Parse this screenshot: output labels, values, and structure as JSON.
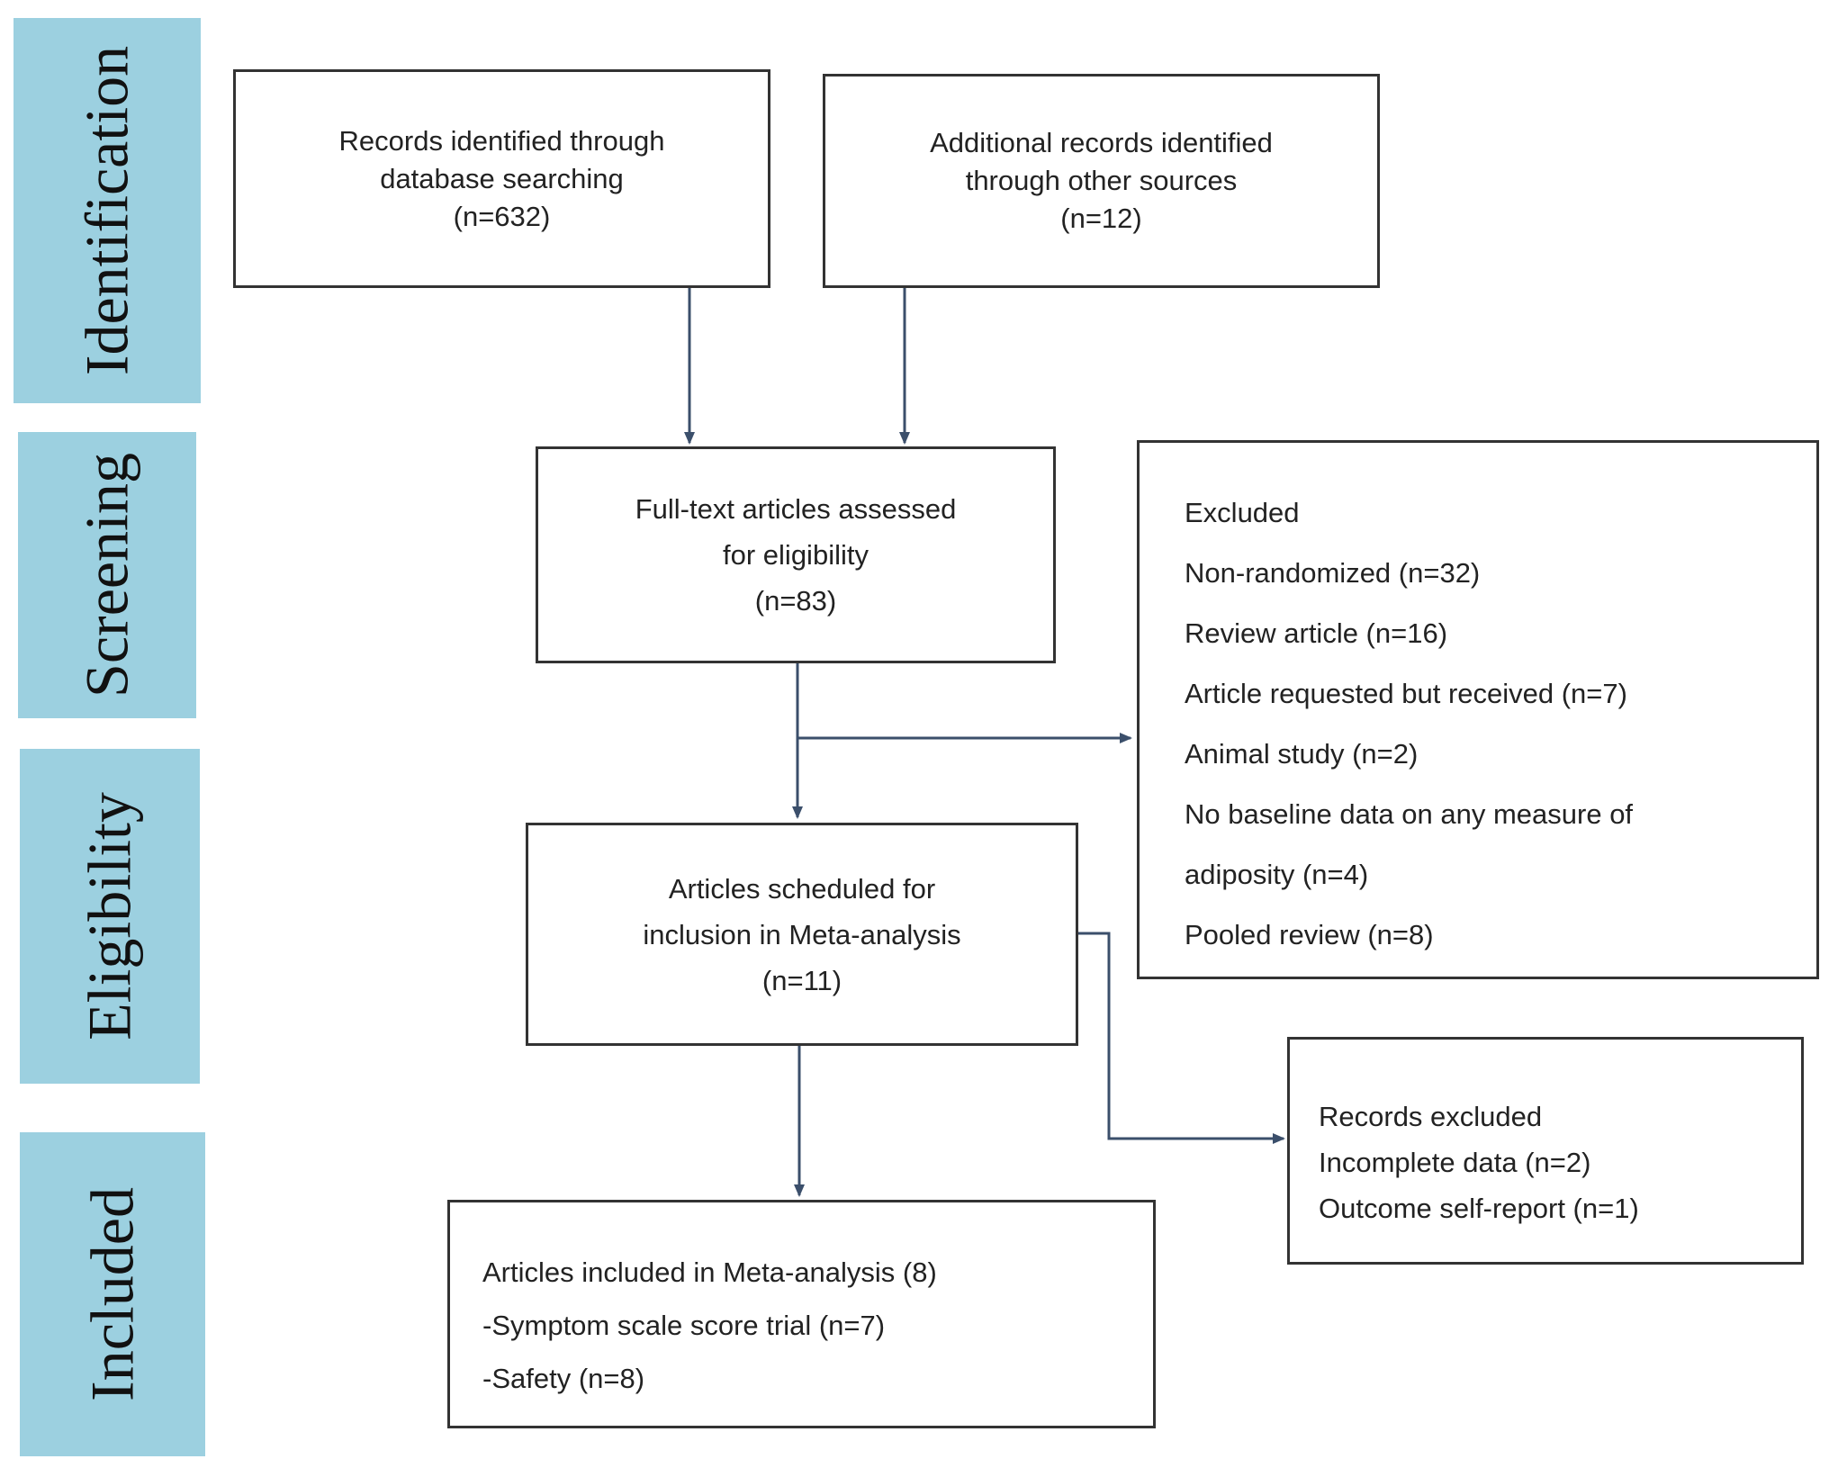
{
  "phases": {
    "identification": "Identification",
    "screening": "Screening",
    "eligibility": "Eligibility",
    "included": "Included"
  },
  "boxes": {
    "db_search": {
      "lines": [
        "Records identified through",
        "database searching",
        "(n=632)"
      ]
    },
    "other_sources": {
      "lines": [
        "Additional records identified",
        "through other sources",
        "(n=12)"
      ]
    },
    "full_text": {
      "lines": [
        "Full-text articles assessed",
        "for eligibility",
        "(n=83)"
      ]
    },
    "excluded": {
      "lines": [
        "Excluded",
        "Non-randomized (n=32)",
        "Review article (n=16)",
        "Article requested but received (n=7)",
        "Animal study (n=2)",
        "No baseline data on any measure of",
        "adiposity (n=4)",
        "Pooled review (n=8)"
      ]
    },
    "scheduled": {
      "lines": [
        "Articles scheduled for",
        "inclusion in Meta-analysis",
        "(n=11)"
      ]
    },
    "records_excluded": {
      "lines": [
        "Records excluded",
        "Incomplete data (n=2)",
        "Outcome self-report (n=1)"
      ]
    },
    "included": {
      "lines": [
        "Articles included in Meta-analysis (8)",
        "-Symptom scale score trial (n=7)",
        "-Safety (n=8)"
      ]
    }
  },
  "colors": {
    "phase_fill": "#9cd0e0",
    "arrow": "#3b4f6b",
    "box_border": "#333333"
  }
}
